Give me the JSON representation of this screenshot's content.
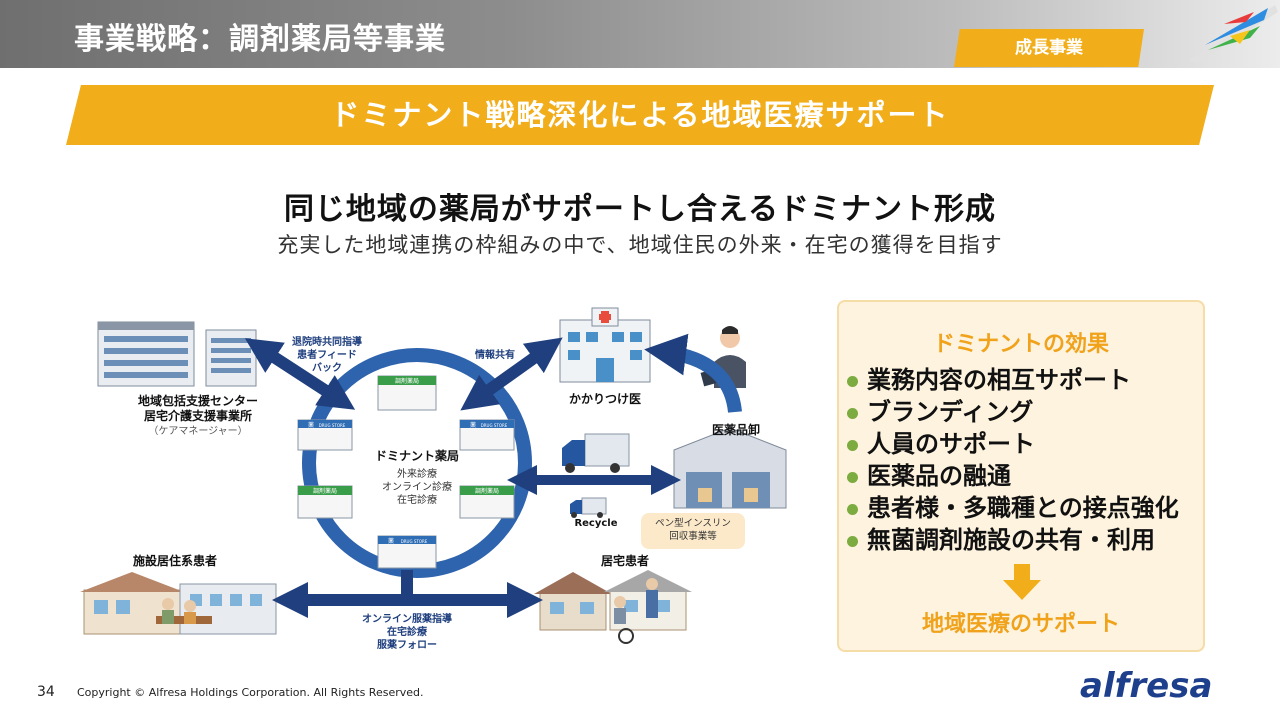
{
  "header": {
    "title": "事業戦略：調剤薬局等事業",
    "badge": "成長事業"
  },
  "banner": {
    "text": "ドミナント戦略深化による地域医療サポート"
  },
  "headline": "同じ地域の薬局がサポートし合えるドミナント形成",
  "subline": "充実した地域連携の枠組みの中で、地域住民の外来・在宅の獲得を目指す",
  "diagram": {
    "center": {
      "title": "ドミナント薬局",
      "items": [
        "外来診療",
        "オンライン診療",
        "在宅診療"
      ]
    },
    "care_center_line1": "地域包括支援センター",
    "care_center_line2": "居宅介護支援事業所",
    "care_center_note": "（ケアマネージャー）",
    "hospital": "かかりつけ医",
    "wholesaler": "医薬品卸",
    "facility_patients": "施設居住系患者",
    "home_patients": "居宅患者",
    "recycle": "Recycle",
    "insulin_bubble_line1": "ペン型インスリン",
    "insulin_bubble_line2": "回収事業等",
    "arrow_care_line1": "退院時共同指導",
    "arrow_care_line2": "患者フィード",
    "arrow_care_line3": "バック",
    "arrow_info": "情報共有",
    "arrow_online_line1": "オンライン服薬指導",
    "arrow_online_line2": "在宅診療",
    "arrow_online_line3": "服薬フォロー",
    "store_sign_pharmacy": "調剤薬局",
    "store_sign_kanji": "薬",
    "store_sign_drug": "DRUG STORE"
  },
  "effects": {
    "title": "ドミナントの効果",
    "items": [
      "業務内容の相互サポート",
      "ブランディング",
      "人員のサポート",
      "医薬品の融通",
      "患者様・多職種との接点強化",
      "無菌調剤施設の共有・利用"
    ],
    "result": "地域医療のサポート"
  },
  "footer": {
    "page_number": "34",
    "copyright": "Copyright © Alfresa Holdings Corporation. All Rights Reserved.",
    "brand": "alfresa"
  },
  "colors": {
    "accent": "#f1ad1a",
    "arrow_blue": "#1f3f7e",
    "ring_blue": "#2e63ad",
    "bullet_green": "#7cab3f",
    "brand_blue": "#1e3f8c"
  }
}
